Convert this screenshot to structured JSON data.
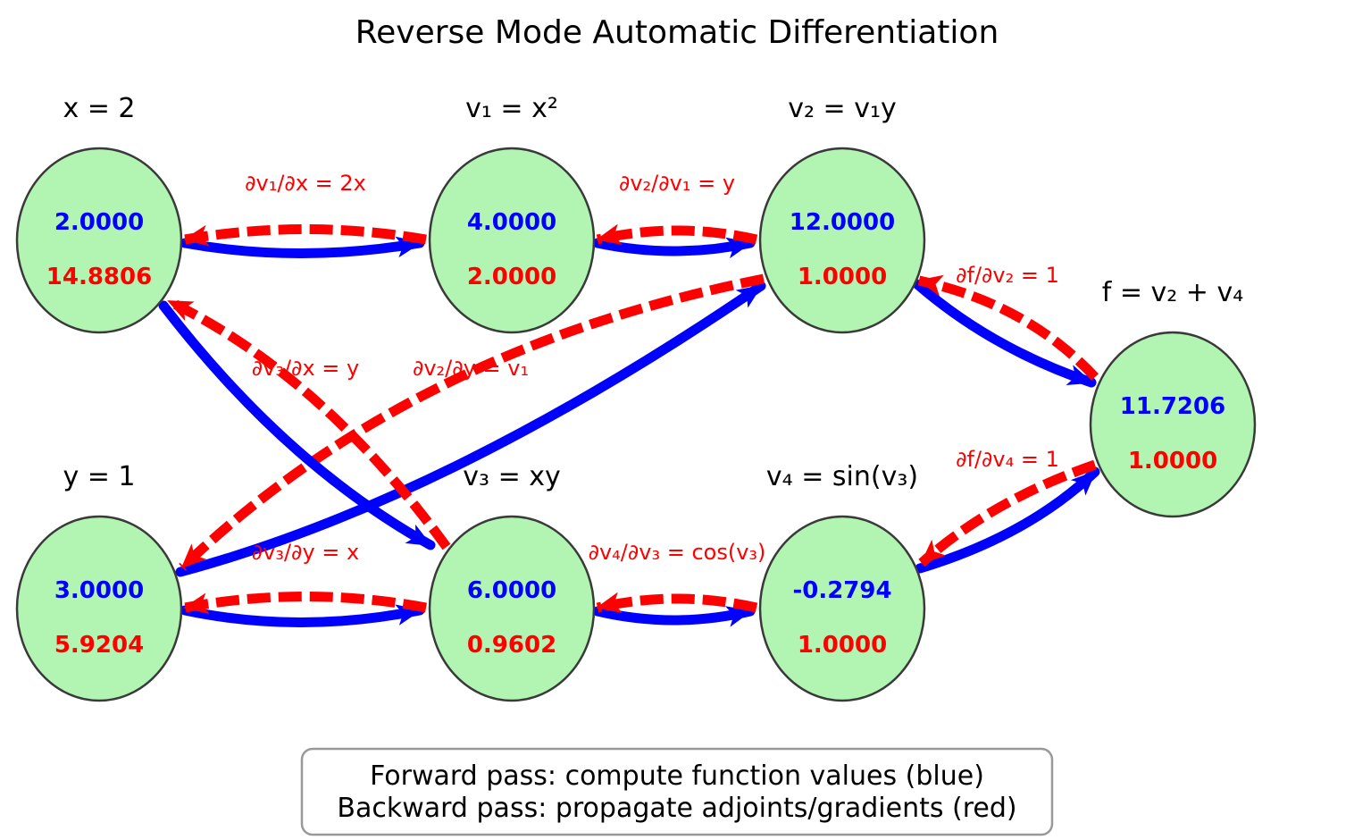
{
  "title": "Reverse Mode Automatic Differentiation",
  "colors": {
    "node_fill": "#b2f5b2",
    "node_stroke": "#3a3a3a",
    "forward": "#0000ff",
    "backward": "#ff0000",
    "legend_border": "#999999"
  },
  "nodes": [
    {
      "id": "x",
      "label": "x = 2",
      "value": "2.0000",
      "adjoint": "14.8806"
    },
    {
      "id": "v1",
      "label": "v₁ = x²",
      "value": "4.0000",
      "adjoint": "2.0000"
    },
    {
      "id": "v2",
      "label": "v₂ = v₁y",
      "value": "12.0000",
      "adjoint": "1.0000"
    },
    {
      "id": "y",
      "label": "y = 1",
      "value": "3.0000",
      "adjoint": "5.9204"
    },
    {
      "id": "v3",
      "label": "v₃ = xy",
      "value": "6.0000",
      "adjoint": "0.9602"
    },
    {
      "id": "v4",
      "label": "v₄ = sin(v₃)",
      "value": "-0.2794",
      "adjoint": "1.0000"
    },
    {
      "id": "f",
      "label": "f = v₂ + v₄",
      "value": "11.7206",
      "adjoint": "1.0000"
    }
  ],
  "edges": [
    {
      "from": "x",
      "to": "v1",
      "label": "∂v₁/∂x = 2x"
    },
    {
      "from": "v1",
      "to": "v2",
      "label": "∂v₂/∂v₁ = y"
    },
    {
      "from": "y",
      "to": "v2",
      "label": "∂v₂/∂y = v₁"
    },
    {
      "from": "x",
      "to": "v3",
      "label": "∂v₃/∂x = y"
    },
    {
      "from": "y",
      "to": "v3",
      "label": "∂v₃/∂y = x"
    },
    {
      "from": "v3",
      "to": "v4",
      "label": "∂v₄/∂v₃ = cos(v₃)"
    },
    {
      "from": "v2",
      "to": "f",
      "label": "∂f/∂v₂ = 1"
    },
    {
      "from": "v4",
      "to": "f",
      "label": "∂f/∂v₄ = 1"
    }
  ],
  "legend": {
    "line1": "Forward pass: compute function values (blue)",
    "line2": "Backward pass: propagate adjoints/gradients (red)"
  }
}
